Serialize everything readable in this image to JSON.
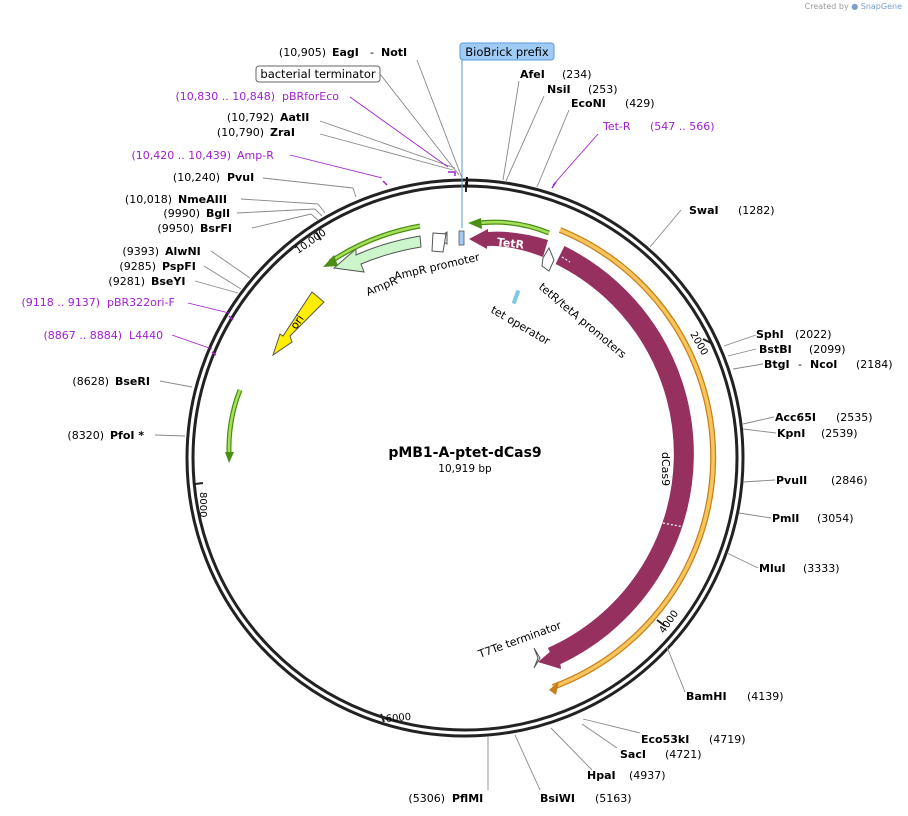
{
  "watermark": {
    "prefix": "Created by",
    "brand": "SnapGene"
  },
  "plasmid": {
    "name": "pMB1-A-ptet-dCas9",
    "size_label": "10,919 bp"
  },
  "ring_ticks": [
    "2000",
    "4000",
    "6000",
    "8000",
    "10,000"
  ],
  "sites": [
    {
      "pos": "(10,905)",
      "name": "EagI",
      "name2": "NotI"
    },
    {
      "pos": "(10,792)",
      "name": "AatII"
    },
    {
      "pos": "(10,790)",
      "name": "ZraI"
    },
    {
      "pos": "(10,240)",
      "name": "PvuI"
    },
    {
      "pos": "(10,018)",
      "name": "NmeAIII"
    },
    {
      "pos": "(9990)",
      "name": "BglI"
    },
    {
      "pos": "(9950)",
      "name": "BsrFI"
    },
    {
      "pos": "(9393)",
      "name": "AlwNI"
    },
    {
      "pos": "(9285)",
      "name": "PspFI"
    },
    {
      "pos": "(9281)",
      "name": "BseYI"
    },
    {
      "pos": "(8628)",
      "name": "BseRI"
    },
    {
      "pos": "(8320)",
      "name": "PfoI *"
    },
    {
      "name": "AfeI",
      "pos": "(234)"
    },
    {
      "name": "NsiI",
      "pos": "(253)"
    },
    {
      "name": "EcoNI",
      "pos": "(429)"
    },
    {
      "name": "SwaI",
      "pos": "(1282)"
    },
    {
      "name": "SphI",
      "pos": "(2022)"
    },
    {
      "name": "BstBI",
      "pos": "(2099)"
    },
    {
      "name": "BtgI",
      "name2": "NcoI",
      "pos": "(2184)"
    },
    {
      "name": "Acc65I",
      "pos": "(2535)"
    },
    {
      "name": "KpnI",
      "pos": "(2539)"
    },
    {
      "name": "PvuII",
      "pos": "(2846)"
    },
    {
      "name": "PmlI",
      "pos": "(3054)"
    },
    {
      "name": "MluI",
      "pos": "(3333)"
    },
    {
      "name": "BamHI",
      "pos": "(4139)"
    },
    {
      "name": "Eco53kI",
      "pos": "(4719)"
    },
    {
      "name": "SacI",
      "pos": "(4721)"
    },
    {
      "name": "HpaI",
      "pos": "(4937)"
    },
    {
      "name": "BsiWI",
      "pos": "(5163)"
    },
    {
      "pos": "(5306)",
      "name": "PflMI"
    }
  ],
  "primers": [
    {
      "range": "(10,830 .. 10,848)",
      "name": "pBRforEco"
    },
    {
      "range": "(10,420 .. 10,439)",
      "name": "Amp-R"
    },
    {
      "range": "(9118 .. 9137)",
      "name": "pBR322ori-F"
    },
    {
      "range": "(8867 .. 8884)",
      "name": "L4440"
    },
    {
      "name": "Tet-R",
      "range": "(547 .. 566)"
    }
  ],
  "boxed_labels": {
    "biobrick": "BioBrick prefix",
    "terminator": "bacterial terminator"
  },
  "features": {
    "tetr": "TetR",
    "tetr_promoters": "tetR/tetA promoters",
    "tet_operator": "tet operator",
    "dcas9": "dCas9",
    "t7te": "T7Te terminator",
    "ampr": "AmpR",
    "ampr_promoter": "AmpR promoter",
    "ori": "ori"
  },
  "colors": {
    "tetr": "#96305f",
    "ampr": "#ccf5cc",
    "ori": "#ffee00",
    "orf": "#7fbf2f",
    "orf_long": "#f6c55c",
    "primer": "#a020d0",
    "biobrick": "#9fcbf5"
  }
}
